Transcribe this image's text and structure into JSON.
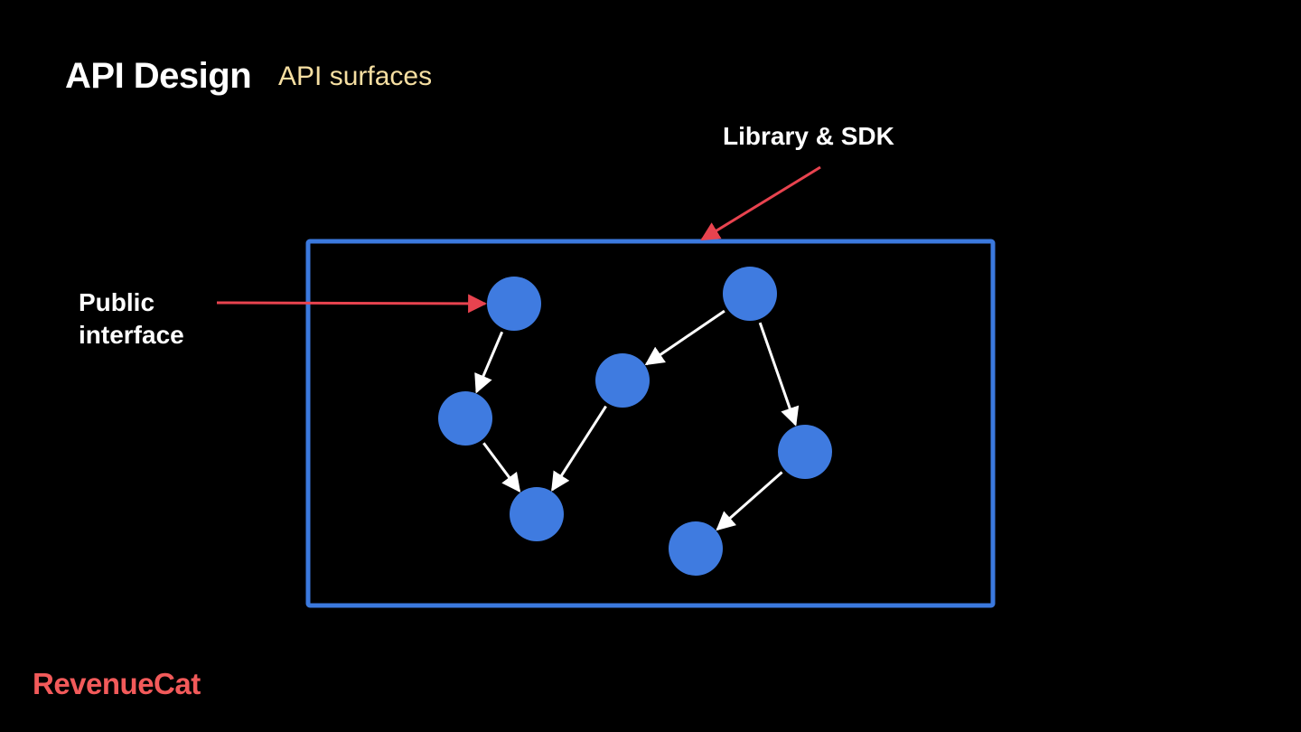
{
  "slide": {
    "title": "API Design",
    "subtitle": "API surfaces"
  },
  "labels": {
    "library_sdk": "Library & SDK",
    "public_interface_line1": "Public",
    "public_interface_line2": "interface"
  },
  "brand": {
    "name": "RevenueCat",
    "color": "#f25a5a"
  },
  "colors": {
    "box": "#3b79de",
    "node": "#3b79de",
    "node_fill": "#3f7be0",
    "edge": "#ffffff",
    "pointer": "#e8434f",
    "subtitle": "#f6dfa2"
  },
  "diagram": {
    "nodes": [
      {
        "id": "n1"
      },
      {
        "id": "n2"
      },
      {
        "id": "n3"
      },
      {
        "id": "n4"
      },
      {
        "id": "n5"
      },
      {
        "id": "n6"
      },
      {
        "id": "n7"
      }
    ],
    "edges": [
      {
        "from": "n1",
        "to": "n2"
      },
      {
        "from": "n2",
        "to": "n3"
      },
      {
        "from": "n5",
        "to": "n4"
      },
      {
        "from": "n4",
        "to": "n3"
      },
      {
        "from": "n5",
        "to": "n6"
      },
      {
        "from": "n6",
        "to": "n7"
      }
    ]
  }
}
